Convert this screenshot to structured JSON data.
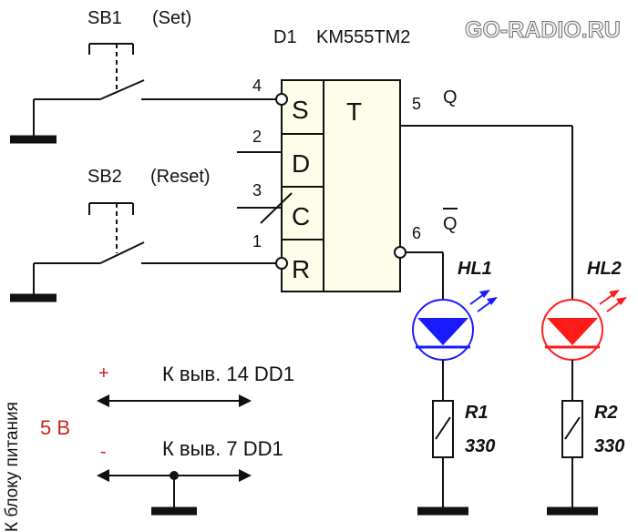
{
  "watermark": "GO-RADIO.RU",
  "chip": {
    "designator": "D1",
    "part": "KM555TM2",
    "function": "T",
    "inputs": {
      "s": "S",
      "d": "D",
      "c": "C",
      "r": "R"
    },
    "pins": {
      "s": "4",
      "d": "2",
      "c": "3",
      "r": "1",
      "q": "5",
      "qbar": "6"
    },
    "outputs": {
      "q": "Q",
      "qbar": "Q"
    }
  },
  "switches": {
    "sb1": {
      "name": "SB1",
      "role": "(Set)"
    },
    "sb2": {
      "name": "SB2",
      "role": "(Reset)"
    }
  },
  "leds": {
    "hl1": {
      "name": "HL1",
      "color": "#1a1aff"
    },
    "hl2": {
      "name": "HL2",
      "color": "#ff1a1a"
    }
  },
  "resistors": {
    "r1": {
      "name": "R1",
      "value": "330"
    },
    "r2": {
      "name": "R2",
      "value": "330"
    }
  },
  "power": {
    "vertical_label": "К блоку питания",
    "voltage": "5 В",
    "voltage_color": "#cc2222",
    "plus_sign": "+",
    "minus_sign": "-",
    "sign_color": "#cc2222",
    "plus_text": "К выв. 14 DD1",
    "minus_text": "К выв. 7 DD1"
  }
}
